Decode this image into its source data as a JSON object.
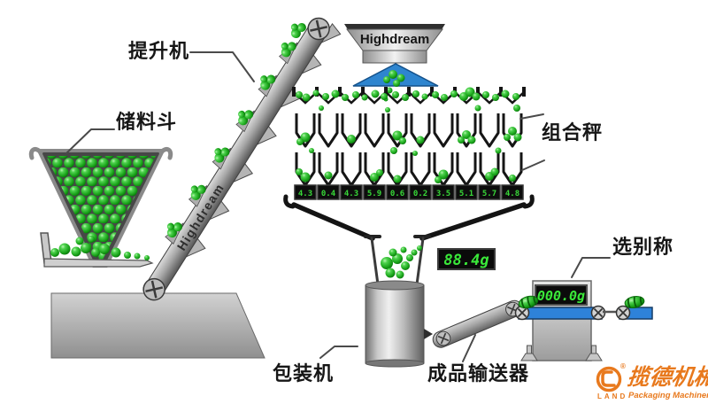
{
  "labels": {
    "elevator": "提升机",
    "storage_hopper": "储料斗",
    "combination_weigher": "组合秤",
    "checkweigher": "选别称",
    "packaging_machine": "包装机",
    "product_conveyor": "成品输送器"
  },
  "brand": {
    "weigher_hopper": "Highdream",
    "elevator": "Highdream"
  },
  "displays": {
    "batch_weight": "88.4g",
    "checkweigher_weight": "000.0g",
    "head_values": [
      "4.3",
      "0.4",
      "4.3",
      "5.9",
      "0.6",
      "0.2",
      "3.5",
      "5.1",
      "5.7",
      "4.8"
    ]
  },
  "logo": {
    "name_cn": "揽德机械",
    "name_en": "LAND",
    "tagline": "Packaging Machinery",
    "registered": "®"
  },
  "colors": {
    "ball_green": "#17a017",
    "display_green": "#3ae839",
    "display_bg": "#0a0a0a",
    "belt_blue": "#2e82d9",
    "cone_blue": "#2e85cf",
    "brand_orange": "#e8791d",
    "machine_gray": "#a8a8a8"
  }
}
